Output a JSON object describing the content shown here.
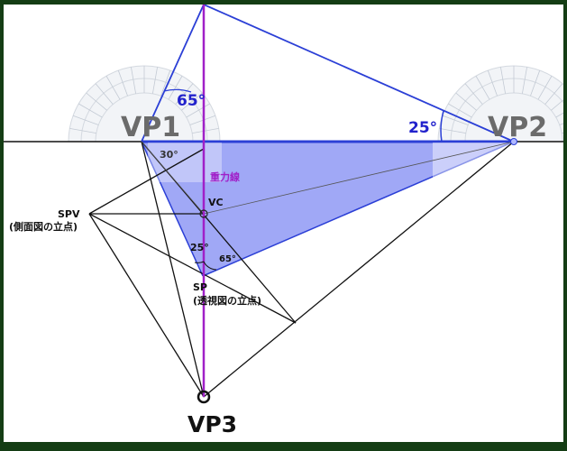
{
  "points": {
    "vp1": {
      "label": "VP1"
    },
    "vp2": {
      "label": "VP2"
    },
    "vp3": {
      "label": "VP3"
    },
    "vc": {
      "label": "VC"
    },
    "spv": {
      "label": "SPV",
      "sublabel": "(側面図の立点)"
    },
    "sp": {
      "label": "SP",
      "sublabel": "(透視図の立点)"
    }
  },
  "annotations": {
    "gravity_line": "重力線",
    "angle_top_65": "65°",
    "angle_vp2_25": "25°",
    "angle_vp1_30": "30°",
    "angle_sp_25": "25°",
    "angle_sp_65": "65°"
  },
  "colors": {
    "frame_background": "#143d14",
    "triangle_fill": "#8f99f5",
    "blue_line": "#2b3fd6",
    "gravity_line": "#a020c8",
    "black_line": "#111111",
    "vp_text": "#6b6b6b",
    "angle_text": "#2222cc"
  }
}
